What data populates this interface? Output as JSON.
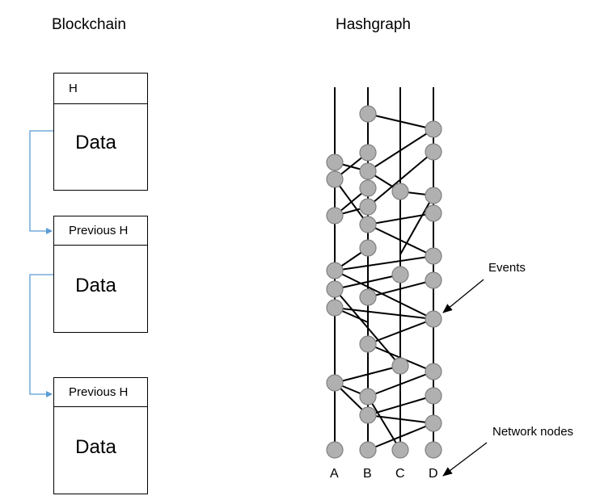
{
  "blockchain": {
    "title": "Blockchain",
    "blocks": [
      {
        "header": "H",
        "data": "Data"
      },
      {
        "header": "Previous H",
        "data": "Data"
      },
      {
        "header": "Previous H",
        "data": "Data"
      }
    ],
    "link_color": "#5b9bd5"
  },
  "hashgraph": {
    "title": "Hashgraph",
    "nodes": [
      "A",
      "B",
      "C",
      "D"
    ],
    "event_color": "#b0b0b0",
    "annotations": {
      "events": "Events",
      "network_nodes": "Network nodes"
    }
  }
}
